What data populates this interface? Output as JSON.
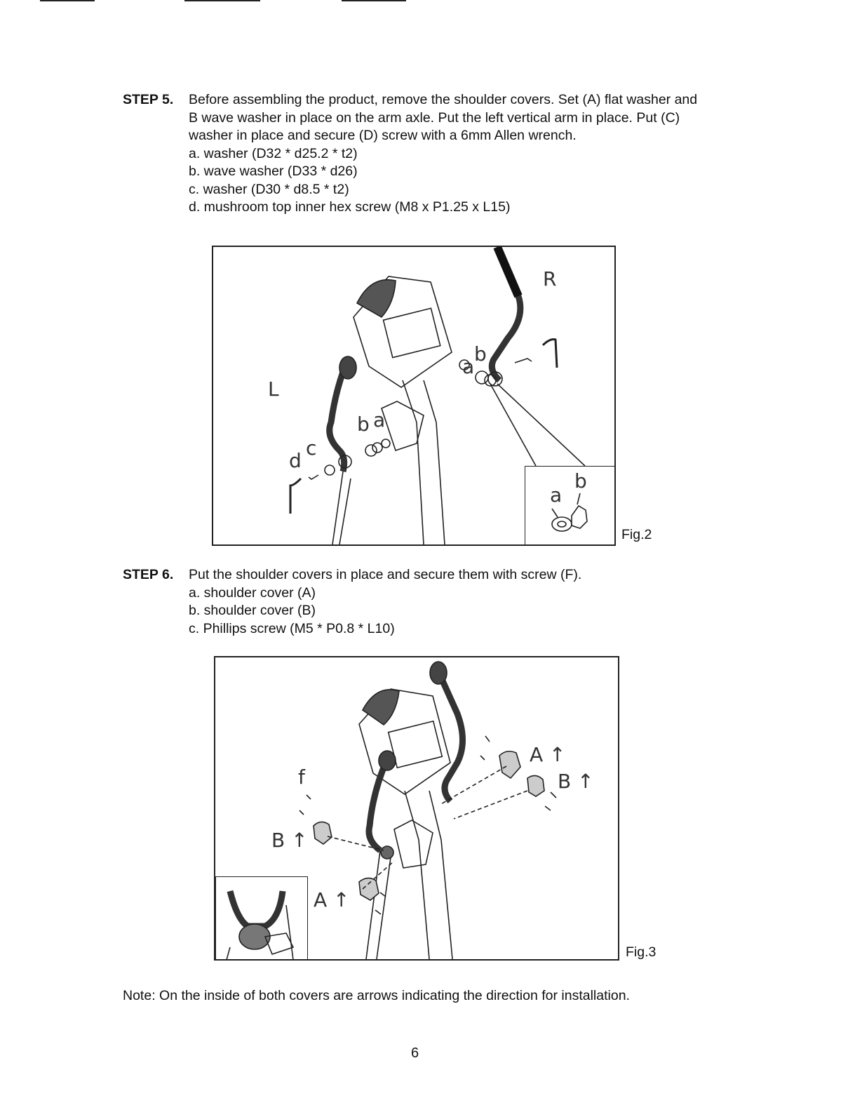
{
  "steps": [
    {
      "label": "STEP 5.",
      "text": "Before assembling the product, remove the shoulder covers. Set (A) flat washer and B wave washer in place on the arm axle. Put the left vertical arm in place. Put (C) washer in place and secure (D) screw with a 6mm Allen wrench.",
      "items": [
        "a. washer (D32 * d25.2 * t2)",
        "b. wave washer (D33 * d26)",
        "c. washer (D30 * d8.5 * t2)",
        "d. mushroom top inner hex screw (M8 x P1.25 x L15)"
      ]
    },
    {
      "label": "STEP 6.",
      "text": "Put the shoulder covers in place and secure them with screw (F).",
      "items": [
        "a. shoulder cover (A)",
        "b. shoulder cover (B)",
        "c. Phillips screw (M5 * P0.8 * L10)"
      ]
    }
  ],
  "figures": [
    {
      "caption": "Fig.2",
      "labels": {
        "right": "R",
        "left": "L",
        "a": "a",
        "b": "b",
        "c": "c",
        "d": "d"
      },
      "inset_labels": {
        "a": "a",
        "b": "b"
      }
    },
    {
      "caption": "Fig.3",
      "labels": {
        "a_arrow": "A ↑",
        "b_arrow": "B ↑",
        "f": "f",
        "b_left": "B ↑",
        "a_left": "A ↑"
      }
    }
  ],
  "note": "Note: On the inside of both covers are arrows indicating the direction for installation.",
  "page_number": "6"
}
